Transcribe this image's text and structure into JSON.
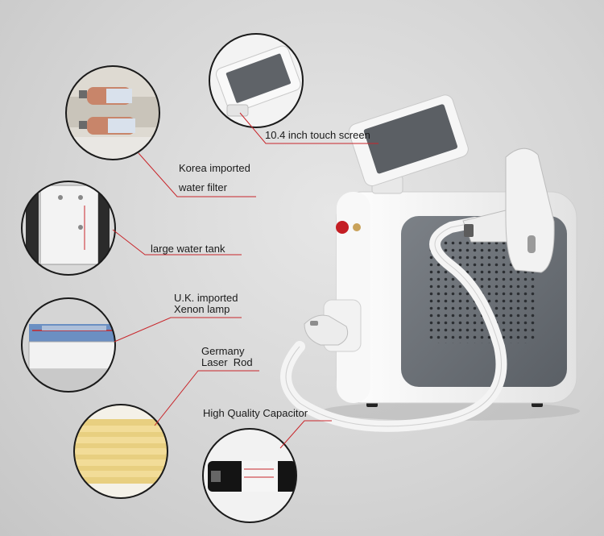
{
  "callouts": {
    "touch_screen": "10.4 inch touch screen",
    "water_filter_line1": "Korea imported",
    "water_filter_line2": "water filter",
    "water_tank": "large water tank",
    "xenon_line1": "U.K. imported",
    "xenon_line2": "Xenon lamp",
    "laser_line1": "Germany",
    "laser_line2": "Laser  Rod",
    "capacitor": "High Quality Capacitor"
  },
  "colors": {
    "leader_line": "#c8262b",
    "circle_border": "#1a1a1a",
    "device_body": "#f4f4f4",
    "device_panel": "#6e7379"
  }
}
